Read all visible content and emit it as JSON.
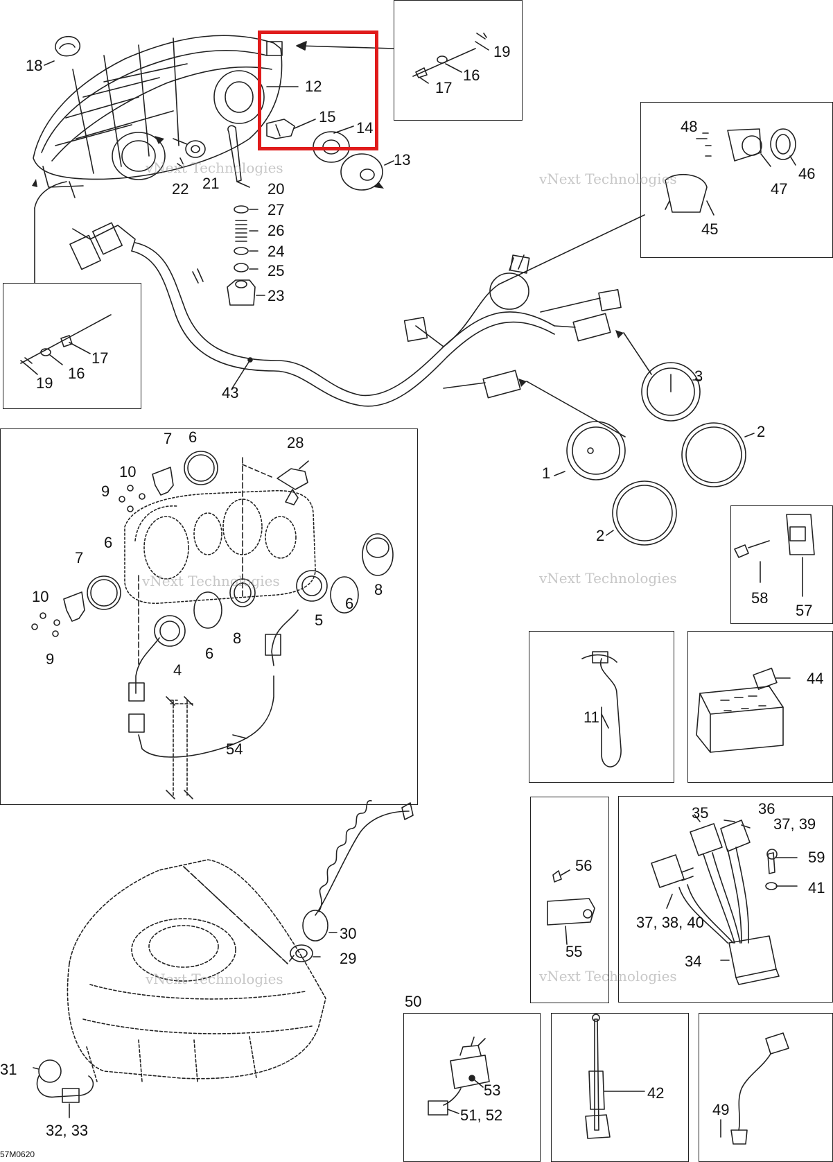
{
  "figure_code": "57M0620",
  "watermark": "vNext Technologies",
  "highlight_color": "#e01b1b",
  "group_label": "50",
  "callouts": {
    "c18": "18",
    "c12": "12",
    "c15": "15",
    "c14": "14",
    "c13": "13",
    "c19a": "19",
    "c16a": "16",
    "c17a": "17",
    "c22": "22",
    "c21": "21",
    "c20": "20",
    "c27": "27",
    "c26": "26",
    "c24": "24",
    "c25": "25",
    "c23": "23",
    "c48": "48",
    "c46": "46",
    "c47": "47",
    "c45": "45",
    "c17b": "17",
    "c16b": "16",
    "c19b": "19",
    "c43": "43",
    "c3": "3",
    "c2a": "2",
    "c1": "1",
    "c2b": "2",
    "c7a": "7",
    "c6a": "6",
    "c28": "28",
    "c10a": "10",
    "c9a": "9",
    "c6b": "6",
    "c7b": "7",
    "c10b": "10",
    "c9b": "9",
    "c6c": "6",
    "c8a": "8",
    "c4": "4",
    "c6d": "6",
    "c8b": "8",
    "c5": "5",
    "c6e": "6",
    "c54": "54",
    "c58": "58",
    "c57": "57",
    "c11": "11",
    "c44": "44",
    "c35": "35",
    "c36": "36",
    "c3739": "37, 39",
    "c59": "59",
    "c41": "41",
    "c373840": "37, 38, 40",
    "c34": "34",
    "c56": "56",
    "c55": "55",
    "c30": "30",
    "c29": "29",
    "c31": "31",
    "c3233": "32, 33",
    "c53": "53",
    "c5152": "51, 52",
    "c42": "42",
    "c49": "49"
  }
}
